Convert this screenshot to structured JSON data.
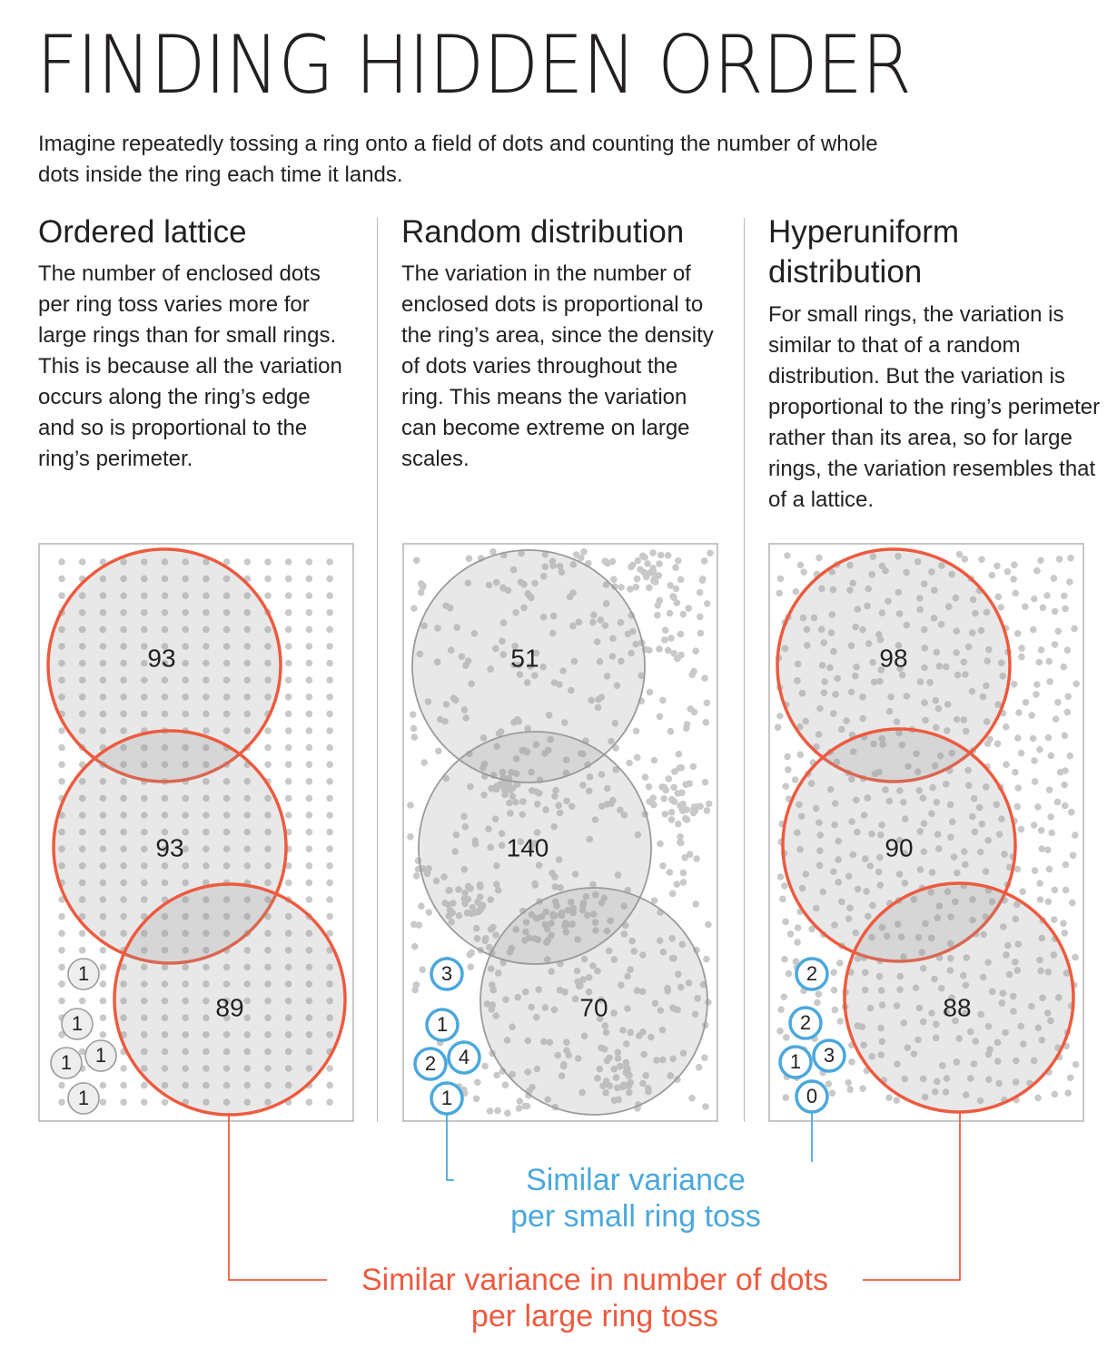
{
  "title": "FINDING HIDDEN ORDER",
  "intro": "Imagine repeatedly tossing a ring onto a field of dots and counting the number of whole dots inside the ring each time it lands.",
  "columns": [
    {
      "heading": "Ordered lattice",
      "text": "The number of enclosed dots per ring toss varies more for large rings than for small rings. This is because all the variation occurs along the ring’s edge and so is proportional to the ring’s perimeter.",
      "large_counts": [
        "93",
        "93",
        "89"
      ],
      "small_counts": [
        "1",
        "1",
        "1",
        "1",
        "1"
      ]
    },
    {
      "heading": "Random distribution",
      "text": "The variation in the number of enclosed dots is proportional to the ring’s area, since the density of dots varies throughout the ring. This means the variation can become extreme on large scales.",
      "large_counts": [
        "51",
        "140",
        "70"
      ],
      "small_counts": [
        "3",
        "1",
        "2",
        "4",
        "1"
      ]
    },
    {
      "heading": "Hyperuniform distribution",
      "text": "For small rings, the variation is similar to that of a random distribution. But the variation is proportional to the ring’s perimeter rather than its area, so for large rings, the variation resembles that of a lattice.",
      "large_counts": [
        "98",
        "90",
        "88"
      ],
      "small_counts": [
        "2",
        "2",
        "1",
        "3",
        "0"
      ]
    }
  ],
  "notes": {
    "small_line1": "Similar variance",
    "small_line2": "per small ring toss",
    "large_line1": "Similar variance in number of dots",
    "large_line2": "per large ring toss"
  },
  "colors": {
    "red": "#ee5a3f",
    "blue": "#4aa8dc",
    "dot": "#c9c9c9",
    "text": "#231f20"
  }
}
